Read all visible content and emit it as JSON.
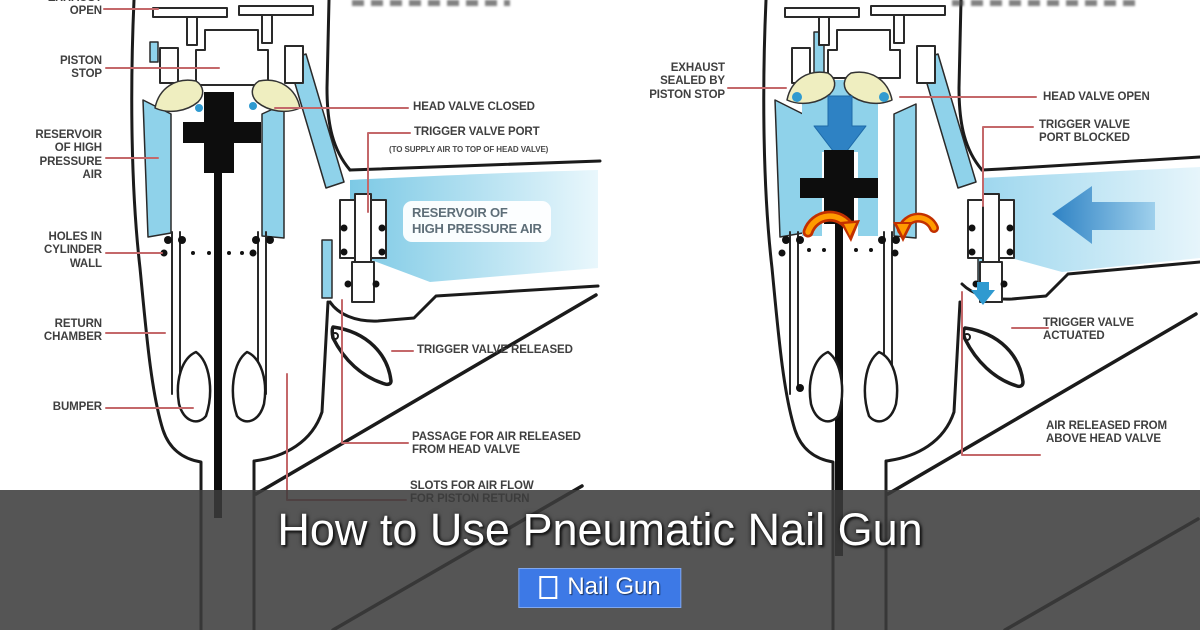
{
  "banner": {
    "title": "How to Use Pneumatic Nail Gun",
    "button_label": "Nail Gun"
  },
  "left_diagram": {
    "labels": {
      "exhaust_open": "EXHAUST\nOPEN",
      "piston_stop": "PISTON\nSTOP",
      "reservoir": "RESERVOIR\nOF HIGH\nPRESSURE\nAIR",
      "holes": "HOLES IN\nCYLINDER\nWALL",
      "return_chamber": "RETURN\nCHAMBER",
      "bumper": "BUMPER",
      "head_valve_closed": "HEAD VALVE CLOSED",
      "trigger_valve_port": "TRIGGER VALVE PORT",
      "trigger_valve_port_sub": "(TO SUPPLY AIR TO TOP OF HEAD VALVE)",
      "reservoir_handle": "RESERVOIR OF\nHIGH PRESSURE AIR",
      "trigger_valve_released": "TRIGGER VALVE RELEASED",
      "passage": "PASSAGE FOR AIR RELEASED\nFROM HEAD VALVE",
      "slots": "SLOTS FOR AIR FLOW\nFOR PISTON RETURN"
    }
  },
  "right_diagram": {
    "labels": {
      "exhaust_sealed": "EXHAUST\nSEALED BY\nPISTON STOP",
      "head_valve_open": "HEAD VALVE OPEN",
      "trigger_valve_port_blocked": "TRIGGER VALVE\nPORT BLOCKED",
      "trigger_valve_actuated": "TRIGGER VALVE\nACTUATED",
      "air_released": "AIR RELEASED FROM\nABOVE HEAD VALVE"
    }
  },
  "colors": {
    "air_blue": "#8fd2ea",
    "valve_yellow": "#efeec0",
    "piston_black": "#0d0d0d",
    "leader_red": "#c4686a",
    "arrow_orange": "#ff9b00",
    "arrow_blue": "#2e82c4",
    "button_blue": "#3d79e6"
  }
}
